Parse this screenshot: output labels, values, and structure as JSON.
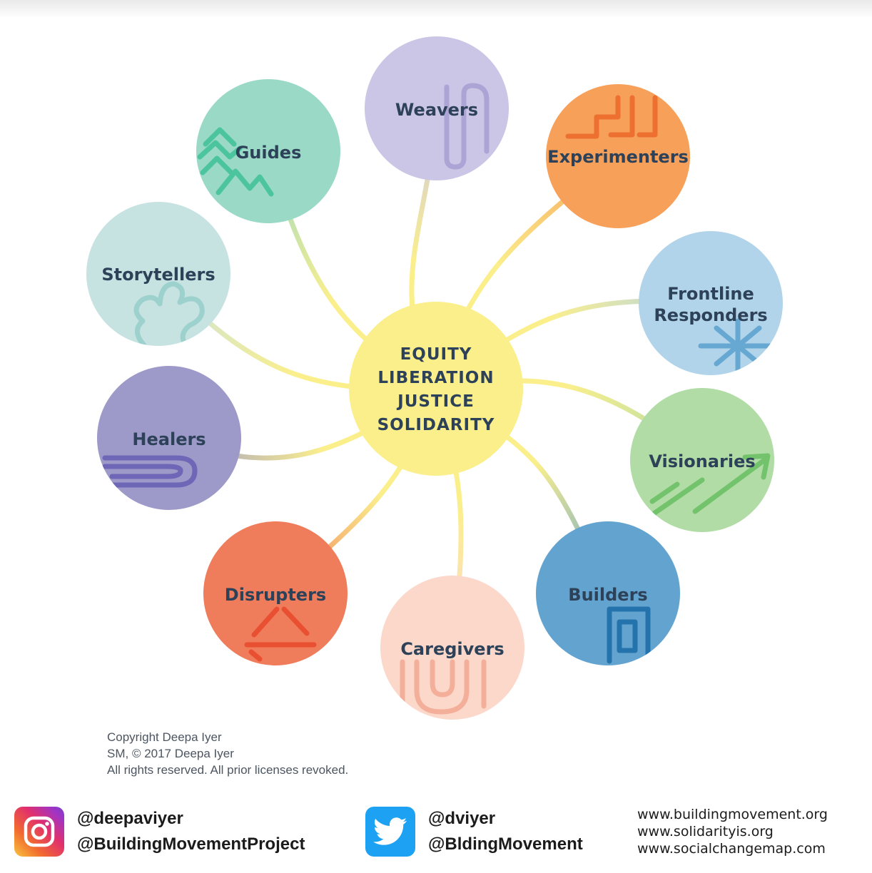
{
  "center": {
    "lines": [
      "EQUITY",
      "LIBERATION",
      "JUSTICE",
      "SOLIDARITY"
    ],
    "color": "#fbef8c"
  },
  "roles": [
    {
      "name": "Weavers",
      "color": "#cbc6e6",
      "motif": "#a9a0d2"
    },
    {
      "name": "Experimenters",
      "color": "#f6a05a",
      "motif": "#ec6a2c"
    },
    {
      "name": "Frontline Responders",
      "color": "#b1d4ea",
      "motif": "#5fa3d0"
    },
    {
      "name": "Visionaries",
      "color": "#b2dca6",
      "motif": "#6cc067"
    },
    {
      "name": "Builders",
      "color": "#63a3d0",
      "motif": "#1e6ea8"
    },
    {
      "name": "Caregivers",
      "color": "#fcd8cb",
      "motif": "#f2ab93"
    },
    {
      "name": "Disrupters",
      "color": "#ef7c5b",
      "motif": "#e84b2d"
    },
    {
      "name": "Healers",
      "color": "#9d99c8",
      "motif": "#6960b4"
    },
    {
      "name": "Storytellers",
      "color": "#c6e2e1",
      "motif": "#97cfcb"
    },
    {
      "name": "Guides",
      "color": "#99d9c5",
      "motif": "#44c29a"
    }
  ],
  "copyright": {
    "line1": "Copyright Deepa Iyer",
    "line2": "SM, © 2017 Deepa Iyer",
    "line3": "All rights reserved. All prior licenses revoked."
  },
  "instagram": {
    "icon": "instagram-icon",
    "handle1": "@deepaviyer",
    "handle2": "@BuildingMovementProject"
  },
  "twitter": {
    "icon": "twitter-bird-icon",
    "handle1": "@dviyer",
    "handle2": "@BldingMovement"
  },
  "websites": [
    "www.buildingmovement.org",
    "www.solidarityis.org",
    "www.socialchangemap.com"
  ]
}
